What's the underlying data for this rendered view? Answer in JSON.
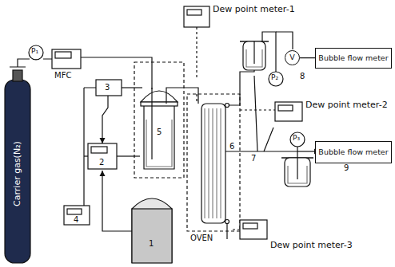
{
  "diagram": {
    "nodes": [
      {
        "text": [
          "V"
        ]
      },
      {
        "text": [
          "Bubble flow meter"
        ]
      },
      {
        "text": [
          "Bubble flow meter"
        ]
      }
    ],
    "edges": [
      {
        "from": 0,
        "to": 1,
        "arrow": "none"
      }
    ],
    "labels": [
      "Carrier gas(N₂)",
      "P₁",
      "MFC",
      "3",
      "2",
      "4",
      "1",
      "5",
      "6",
      "OVEN",
      "Dew point meter-1",
      "P₂",
      "8",
      "Dew point meter-2",
      "7",
      "P₃",
      "9",
      "Dew point meter-3"
    ]
  }
}
